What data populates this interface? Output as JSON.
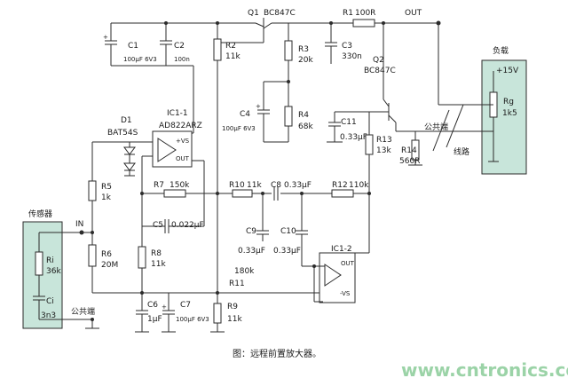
{
  "labels": {
    "q1": "Q1",
    "q1_part": "BC847C",
    "r1": "R1",
    "r1_val": "100R",
    "out": "OUT",
    "c1": "C1",
    "c1_val": "100μF  6V3",
    "c2": "C2",
    "c2_val": "100n",
    "r2": "R2",
    "r2_val": "11k",
    "r3": "R3",
    "r3_val": "20k",
    "c3": "C3",
    "c3_val": "330n",
    "q2": "Q2",
    "q2_part": "BC847C",
    "load_title": "负载",
    "load_v": "+15V",
    "rg": "Rg",
    "rg_val": "1k5",
    "c4": "C4",
    "c4_val": "100μF  6V3",
    "r4": "R4",
    "r4_val": "68k",
    "c11": "C11",
    "c11_val": "0.33μF",
    "r13": "R13",
    "r13_val": "13k",
    "r14": "R14",
    "r14_val": "560R",
    "common_right": "公共端",
    "cable": "线路",
    "d1": "D1",
    "d1_part": "BAT54S",
    "ic1_1": "IC1-1",
    "ic1_1_part": "AD822ARZ",
    "r5": "R5",
    "r5_val": "1k",
    "r7": "R7",
    "r7_val": "150k",
    "r10": "R10",
    "r10_val": "11k",
    "c8": "C8",
    "c8_val": "0.33μF",
    "r12": "R12",
    "r12_val": "110k",
    "sensor_title": "传感器",
    "in": "IN",
    "ri": "Ri",
    "ri_val": "36k",
    "ci": "Ci",
    "ci_val": "3n3",
    "r6": "R6",
    "r6_val": "20M",
    "c5": "C5",
    "c5_val": "0.022μF",
    "c9": "C9",
    "c9_val": "0.33μF",
    "c10": "C10",
    "c10_val": "0.33μF",
    "ic1_2": "IC1-2",
    "r8": "R8",
    "r8_val": "11k",
    "r11_val": "180k",
    "r11": "R11",
    "common_left": "公共端",
    "c6": "C6",
    "c6_val": "1μF",
    "c7": "C7",
    "c7_val": "100μF  6V3",
    "r9": "R9",
    "r9_val": "11k",
    "pin_vs_plus": "+VS",
    "pin_out": "OUT",
    "pin_vs_minus": "-VS",
    "caption": "图：远程前置放大器。",
    "watermark": "www.cntronics.com"
  },
  "colors": {
    "panel": "#c8e5da",
    "watermark": "#9bd3a7",
    "wire": "#2b2b2b"
  }
}
